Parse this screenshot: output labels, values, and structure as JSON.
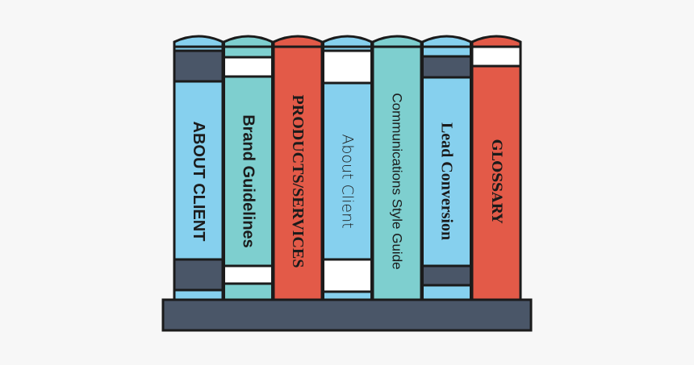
{
  "books": [
    {
      "label": "ABOUT CLIENT",
      "color": "#86d0ee",
      "band_color": "#4a5668",
      "style": "bold-sans"
    },
    {
      "label": "Brand Guidelines",
      "color": "#7ecfcf",
      "band_color": "#ffffff",
      "style": "bold-sans"
    },
    {
      "label": "PRODUCTS/SERVICES",
      "color": "#e35a48",
      "band_color": "#e35a48",
      "style": "condensed-serif"
    },
    {
      "label": "About Client",
      "color": "#86d0ee",
      "band_color": "#ffffff",
      "style": "light-sans"
    },
    {
      "label": "Communications Style Guide",
      "color": "#7ecfcf",
      "band_color": "#7ecfcf",
      "style": "regular-sans"
    },
    {
      "label": "Lead Conversion",
      "color": "#86d0ee",
      "band_color": "#4a5668",
      "style": "condensed-serif"
    },
    {
      "label": "GLOSSARY",
      "color": "#e35a48",
      "band_color": "#ffffff",
      "style": "serif-bold"
    }
  ],
  "shelf_color": "#4a5668",
  "outline_color": "#1b1b1b"
}
